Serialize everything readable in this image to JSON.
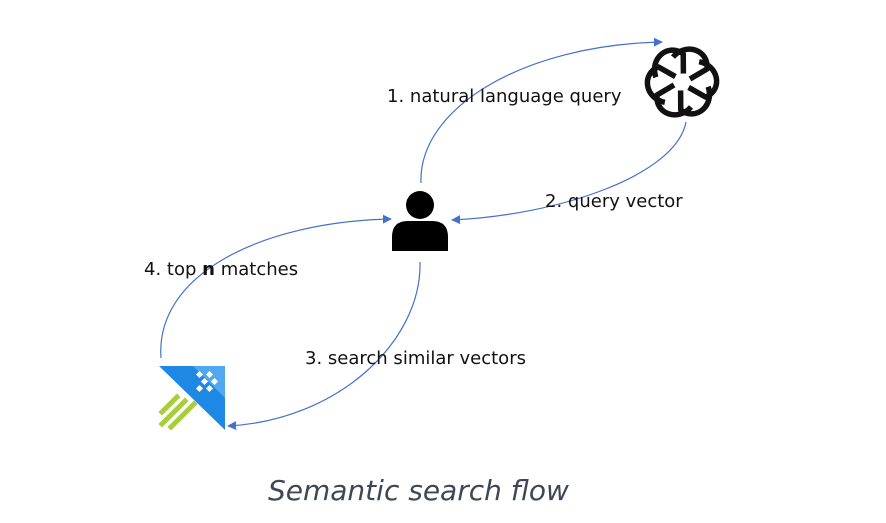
{
  "diagram": {
    "steps": [
      {
        "number": "1.",
        "text": "natural language query"
      },
      {
        "number": "2.",
        "text": "query vector"
      },
      {
        "number": "3.",
        "text": "search similar vectors"
      },
      {
        "number": "4.",
        "prefix": "top",
        "bold": "n",
        "suffix": "matches"
      }
    ],
    "caption": "Semantic search flow",
    "nodes": [
      {
        "name": "user",
        "icon": "person-icon"
      },
      {
        "name": "openai",
        "icon": "openai-logo-icon"
      },
      {
        "name": "azure-search",
        "icon": "azure-cognitive-search-icon"
      }
    ],
    "colors": {
      "arrow": "#4472c4",
      "caption": "#3f4655",
      "search_blue": "#1e88e5",
      "search_green": "#a6ce39"
    }
  }
}
